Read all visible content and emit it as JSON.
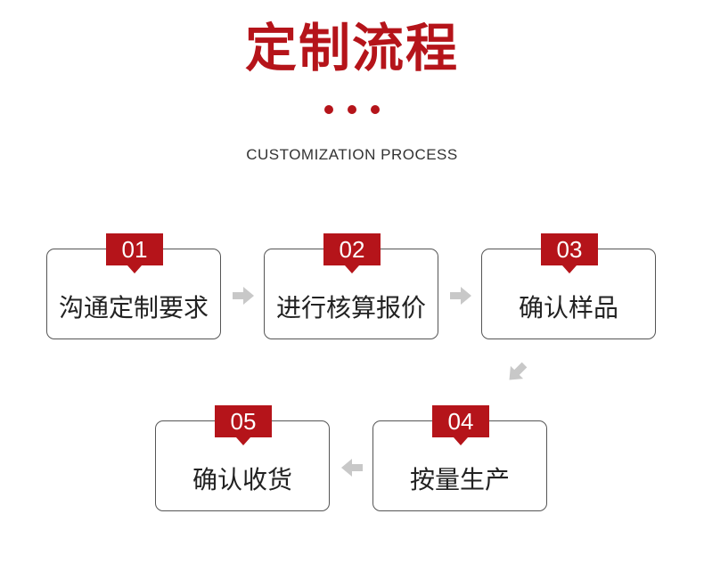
{
  "header": {
    "title": "定制流程",
    "subtitle": "CUSTOMIZATION PROCESS"
  },
  "colors": {
    "accent": "#b5141a",
    "arrow": "#c8c8c8",
    "border": "#555555"
  },
  "steps": [
    {
      "number": "01",
      "label": "沟通定制要求"
    },
    {
      "number": "02",
      "label": "进行核算报价"
    },
    {
      "number": "03",
      "label": "确认样品"
    },
    {
      "number": "04",
      "label": "按量生产"
    },
    {
      "number": "05",
      "label": "确认收货"
    }
  ]
}
